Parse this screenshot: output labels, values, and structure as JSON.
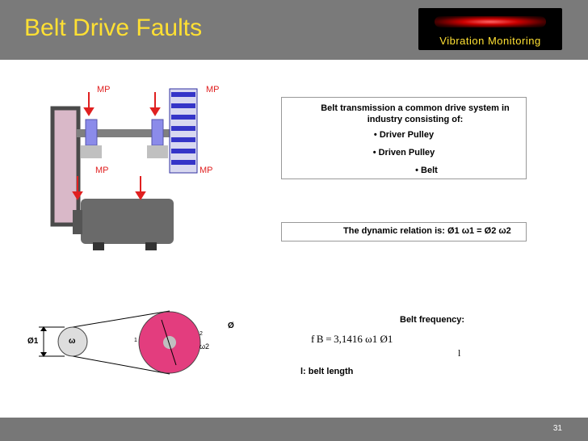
{
  "slide": {
    "title": "Belt Drive Faults",
    "badge": "Vibration  Monitoring",
    "page_number": "31"
  },
  "diagram": {
    "mp_labels": [
      "MP",
      "MP",
      "MP",
      "MP"
    ]
  },
  "description_box": {
    "intro": "Belt transmission a common drive system in industry consisting of:",
    "bullets": [
      "• Driver Pulley",
      "• Driven Pulley",
      "• Belt"
    ]
  },
  "relation_box": {
    "text": "The dynamic relation is:  Ø1 ω1 = Ø2 ω2"
  },
  "pulley_diagram": {
    "left_diameter_label": "Ø1",
    "center_label": "ω",
    "sub_one": "1",
    "top_label": "Ø",
    "sub_two": "2",
    "omega_two": "ω2"
  },
  "frequency": {
    "heading": "Belt frequency:",
    "formula": "f B = 3,1416  ω1 Ø1",
    "denominator": "l",
    "legend": "l:   belt length"
  },
  "colors": {
    "title": "#ffe033",
    "title_bar": "#7a7a7a",
    "mp": "#e02020",
    "belt": "#d9b8c8",
    "pulley_gradient": "#e33d7e"
  }
}
